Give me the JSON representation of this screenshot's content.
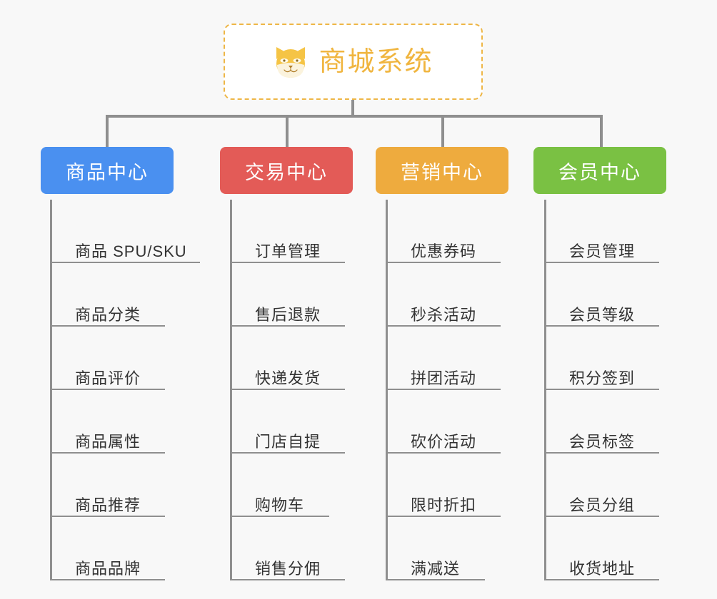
{
  "background_color": "#f8f8f8",
  "root": {
    "title": "商城系统",
    "icon": "shiba-dog-icon",
    "accent_color": "#f0b53f",
    "border_color": "#eeb646"
  },
  "connector_color": "#8f8f8f",
  "columns": [
    {
      "name": "商品中心",
      "color": "#4a90f0",
      "items": [
        "商品 SPU/SKU",
        "商品分类",
        "商品评价",
        "商品属性",
        "商品推荐",
        "商品品牌"
      ]
    },
    {
      "name": "交易中心",
      "color": "#e35b57",
      "items": [
        "订单管理",
        "售后退款",
        "快递发货",
        "门店自提",
        "购物车",
        "销售分佣"
      ]
    },
    {
      "name": "营销中心",
      "color": "#eeab3e",
      "items": [
        "优惠券码",
        "秒杀活动",
        "拼团活动",
        "砍价活动",
        "限时折扣",
        "满减送"
      ]
    },
    {
      "name": "会员中心",
      "color": "#7ac143",
      "items": [
        "会员管理",
        "会员等级",
        "积分签到",
        "会员标签",
        "会员分组",
        "收货地址"
      ]
    }
  ]
}
